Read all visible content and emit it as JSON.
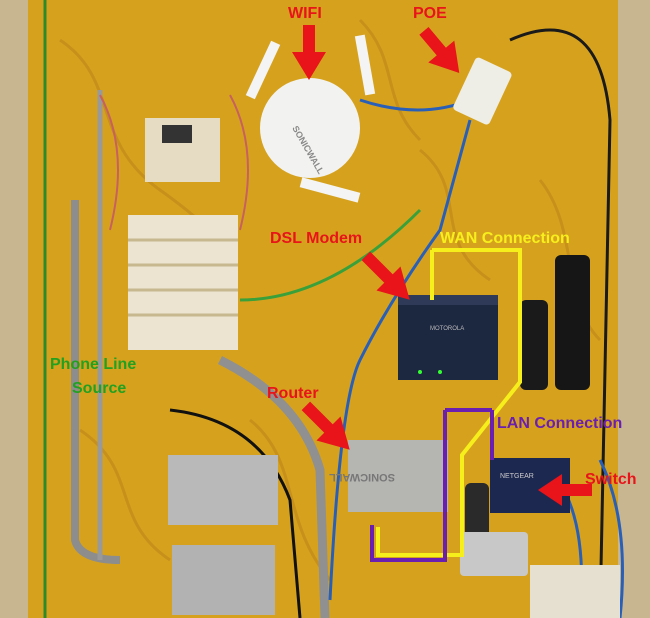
{
  "annotations": {
    "wifi": "WIFI",
    "poe": "POE",
    "dsl_modem": "DSL Modem",
    "wan_connection": "WAN Connection",
    "phone_line_line1": "Phone Line",
    "phone_line_line2": "Source",
    "router": "Router",
    "lan_connection": "LAN Connection",
    "switch": "Switch"
  },
  "device_brands": {
    "access_point": "SONICWALL",
    "router": "SONICWALL",
    "modem": "MOTOROLA",
    "switch": "NETGEAR"
  },
  "colors": {
    "label_red": "#e8141a",
    "wan_yellow": "#f7ef1c",
    "lan_purple": "#6a1fb0",
    "phone_green": "#22a020",
    "plywood": "#d6a21e"
  }
}
